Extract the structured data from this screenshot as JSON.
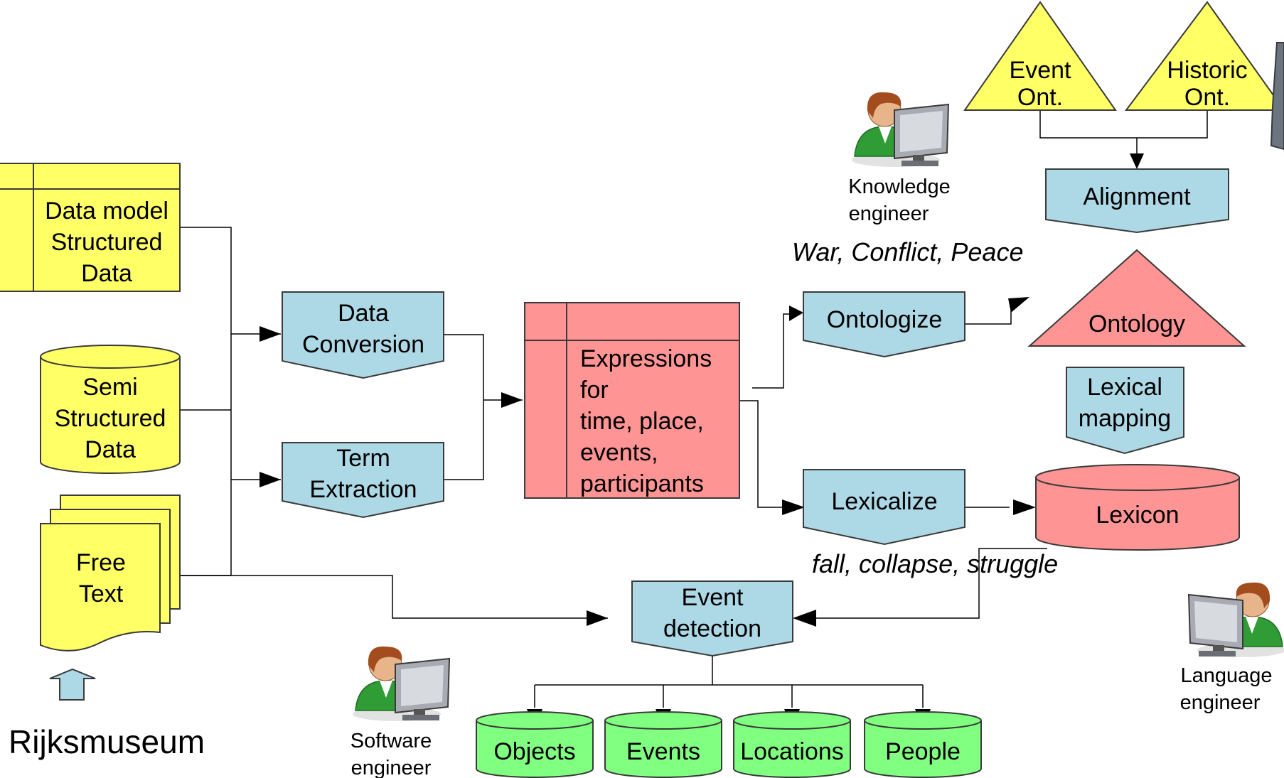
{
  "sources": {
    "data_model": [
      "Data model",
      "Structured",
      "Data"
    ],
    "semi_structured": [
      "Semi",
      "Structured",
      "Data"
    ],
    "free_text": [
      "Free",
      "Text"
    ],
    "rijksmuseum": "Rijksmuseum"
  },
  "processes": {
    "data_conversion": [
      "Data",
      "Conversion"
    ],
    "term_extraction": [
      "Term",
      "Extraction"
    ],
    "ontologize": "Ontologize",
    "lexicalize": "Lexicalize",
    "alignment": "Alignment",
    "lexical_mapping": [
      "Lexical",
      "mapping"
    ],
    "event_detection": [
      "Event",
      "detection"
    ]
  },
  "expressions": [
    "Expressions",
    "for",
    "time, place,",
    "events,",
    "participants"
  ],
  "ontologies": {
    "event_ont": [
      "Event",
      "Ont."
    ],
    "historic_ont": [
      "Historic",
      "Ont."
    ],
    "ontology": "Ontology"
  },
  "lexicon": "Lexicon",
  "examples": {
    "ontology_terms": "War, Conflict, Peace",
    "lexical_terms": "fall, collapse, struggle"
  },
  "roles": {
    "knowledge_engineer": [
      "Knowledge",
      "engineer"
    ],
    "language_engineer": [
      "Language",
      "engineer"
    ],
    "software_engineer": [
      "Software",
      "engineer"
    ]
  },
  "outputs": [
    "Objects",
    "Events",
    "Locations",
    "People"
  ],
  "colors": {
    "process": "#add8e6",
    "source": "#ffff66",
    "result": "#ff9494",
    "output": "#80ff80"
  }
}
